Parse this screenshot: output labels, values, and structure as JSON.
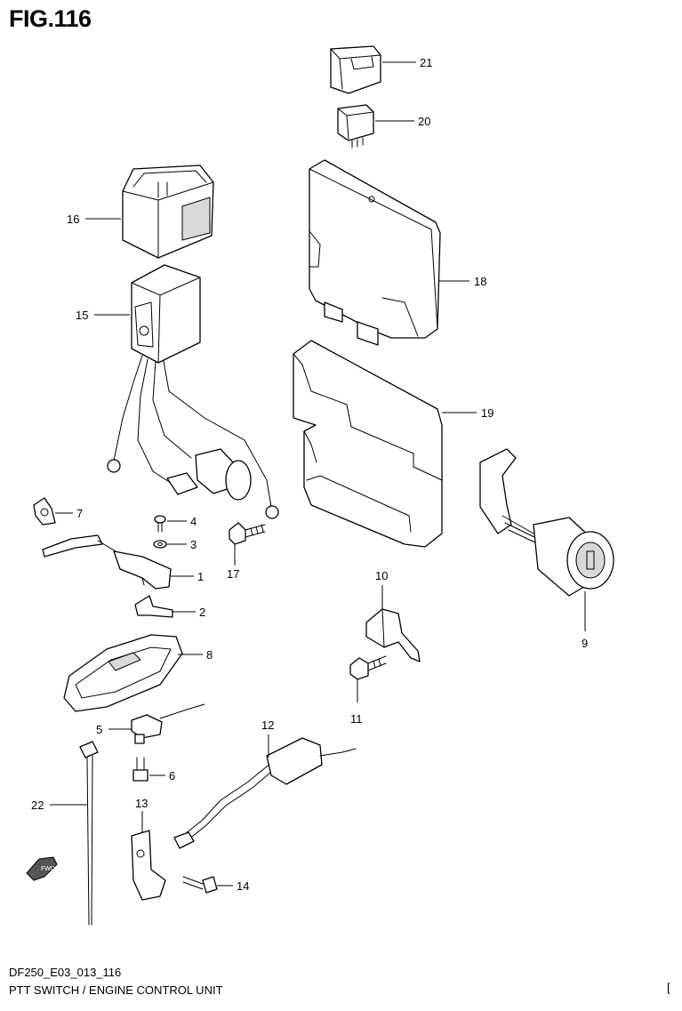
{
  "figure": {
    "title": "FIG.116"
  },
  "callouts": {
    "c1": "1",
    "c2": "2",
    "c3": "3",
    "c4": "4",
    "c5": "5",
    "c6": "6",
    "c7": "7",
    "c8": "8",
    "c9": "9",
    "c10": "10",
    "c11": "11",
    "c12": "12",
    "c13": "13",
    "c14": "14",
    "c15": "15",
    "c16": "16",
    "c17": "17",
    "c18": "18",
    "c19": "19",
    "c20": "20",
    "c21": "21",
    "c22": "22"
  },
  "fwd_label": "FWD",
  "footer": {
    "code": "DF250_E03_013_116",
    "title": "PTT SWITCH / ENGINE CONTROL UNIT",
    "mark": "["
  }
}
